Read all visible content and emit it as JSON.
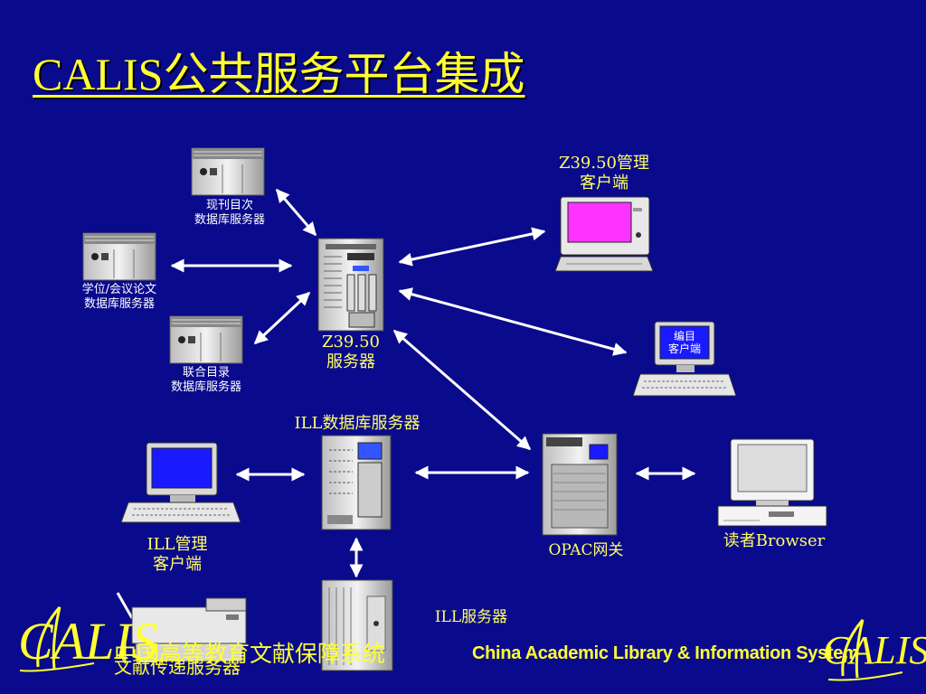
{
  "title": "CALIS公共服务平台集成",
  "nodes": {
    "current_journal_server": [
      "现刊目次",
      "数据库服务器"
    ],
    "thesis_server": [
      "学位/会议论文",
      "数据库服务器"
    ],
    "union_catalog_server": [
      "联合目录",
      "数据库服务器"
    ],
    "z3950_server": [
      "Z39.50",
      "服务器"
    ],
    "z3950_client": [
      "Z39.50管理",
      "客户端"
    ],
    "cataloging_client": [
      "编目",
      "客户端"
    ],
    "ill_db_server": "ILL数据库服务器",
    "ill_admin_client": [
      "ILL管理",
      "客户端"
    ],
    "opac_gateway": "OPAC网关",
    "reader_browser": "读者Browser",
    "ill_server": "ILL服务器",
    "document_delivery_server": "文献传递服务器"
  },
  "footer": {
    "cn": "中国高等教育文献保障系统",
    "en": "China Academic Library & Information System",
    "logo_left": "CALIS",
    "logo_right": "CALIS"
  },
  "colors": {
    "background": "#0a0a8c",
    "title": "#ffff33",
    "label_yellow": "#ffff66",
    "arrow": "#ffffff",
    "screen_magenta": "#ff33ff",
    "screen_blue": "#1a1aff"
  }
}
